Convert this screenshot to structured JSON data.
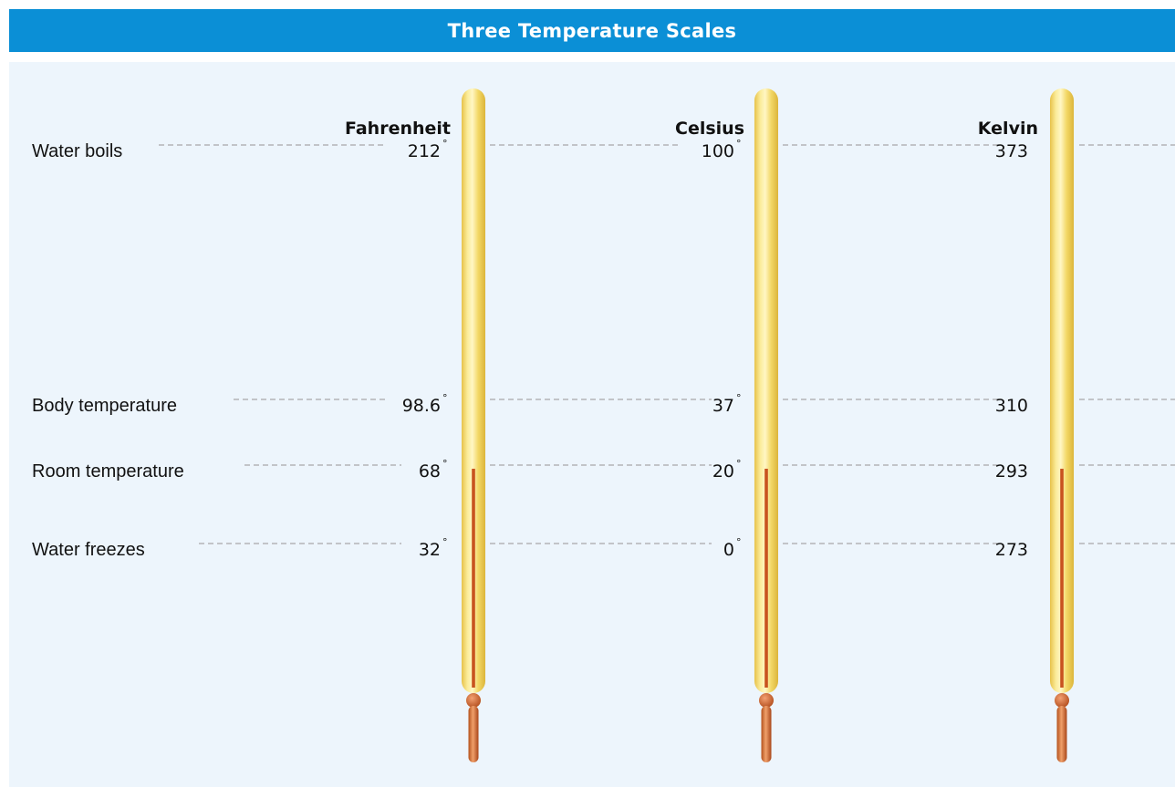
{
  "title": "Three Temperature Scales",
  "scales": [
    {
      "name": "Fahrenheit",
      "degree_symbol": "°",
      "values": [
        "212",
        "98.6",
        "68",
        "32"
      ]
    },
    {
      "name": "Celsius",
      "degree_symbol": "°",
      "values": [
        "100",
        "37",
        "20",
        "0"
      ]
    },
    {
      "name": "Kelvin",
      "degree_symbol": "",
      "values": [
        "373",
        "310",
        "293",
        "273"
      ]
    }
  ],
  "reference_points": [
    "Water boils",
    "Body temperature",
    "Room temperature",
    "Water freezes"
  ],
  "thermometer_reading": {
    "fahrenheit": 68,
    "celsius": 20,
    "kelvin": 293
  },
  "colors": {
    "title_bar": "#0b8fd6",
    "panel": "#edf5fc",
    "tube": "#f3dc6c",
    "mercury": "#c8531f",
    "dash": "#a8a8a8"
  }
}
